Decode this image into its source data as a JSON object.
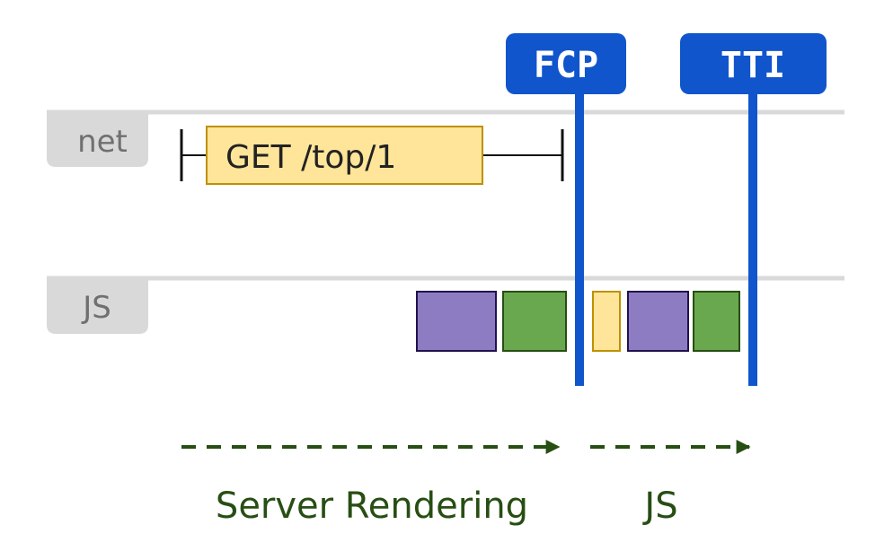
{
  "lanes": {
    "net": "net",
    "js": "JS"
  },
  "request": {
    "label": "GET /top/1"
  },
  "markers": {
    "fcp": "FCP",
    "tti": "TTI"
  },
  "phases": {
    "server_rendering": "Server Rendering",
    "js": "JS"
  },
  "js_tasks": [
    {
      "name": "purple-task",
      "color": "#8e7cc3"
    },
    {
      "name": "green-task",
      "color": "#6aa84f"
    },
    {
      "name": "yellow-task",
      "color": "#ffe599"
    },
    {
      "name": "purple-task",
      "color": "#8e7cc3"
    },
    {
      "name": "green-task",
      "color": "#6aa84f"
    }
  ],
  "colors": {
    "marker_blue": "#1155cc",
    "lane_gray": "#d9d9d9",
    "request_fill": "#ffe599",
    "request_border": "#bf9000",
    "phase_green": "#274e13",
    "purple": "#8e7cc3",
    "purple_border": "#20124d",
    "green": "#6aa84f",
    "green_border": "#274e13",
    "yellow": "#ffe599",
    "yellow_border": "#bf9000"
  }
}
